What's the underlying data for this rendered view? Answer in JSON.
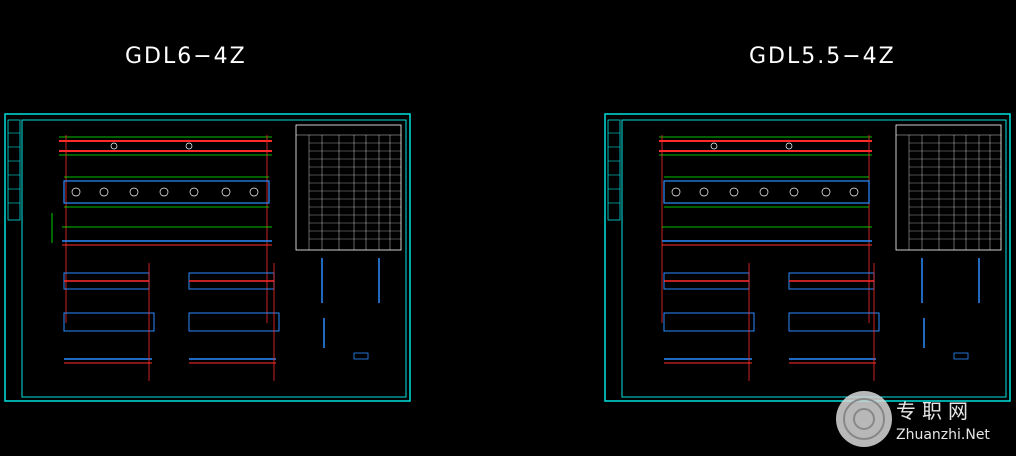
{
  "sheets": [
    {
      "title": "GDL6−4Z"
    },
    {
      "title": "GDL5.5−4Z"
    }
  ],
  "watermark": {
    "line1": "专职网",
    "line2": "Zhuanzhi.Net"
  },
  "colors": {
    "background": "#000000",
    "frame": "#00ffff",
    "beam": "#ff2b2b",
    "member": "#2b8cff",
    "dim": "#00ff00",
    "text": "#ffffff"
  }
}
